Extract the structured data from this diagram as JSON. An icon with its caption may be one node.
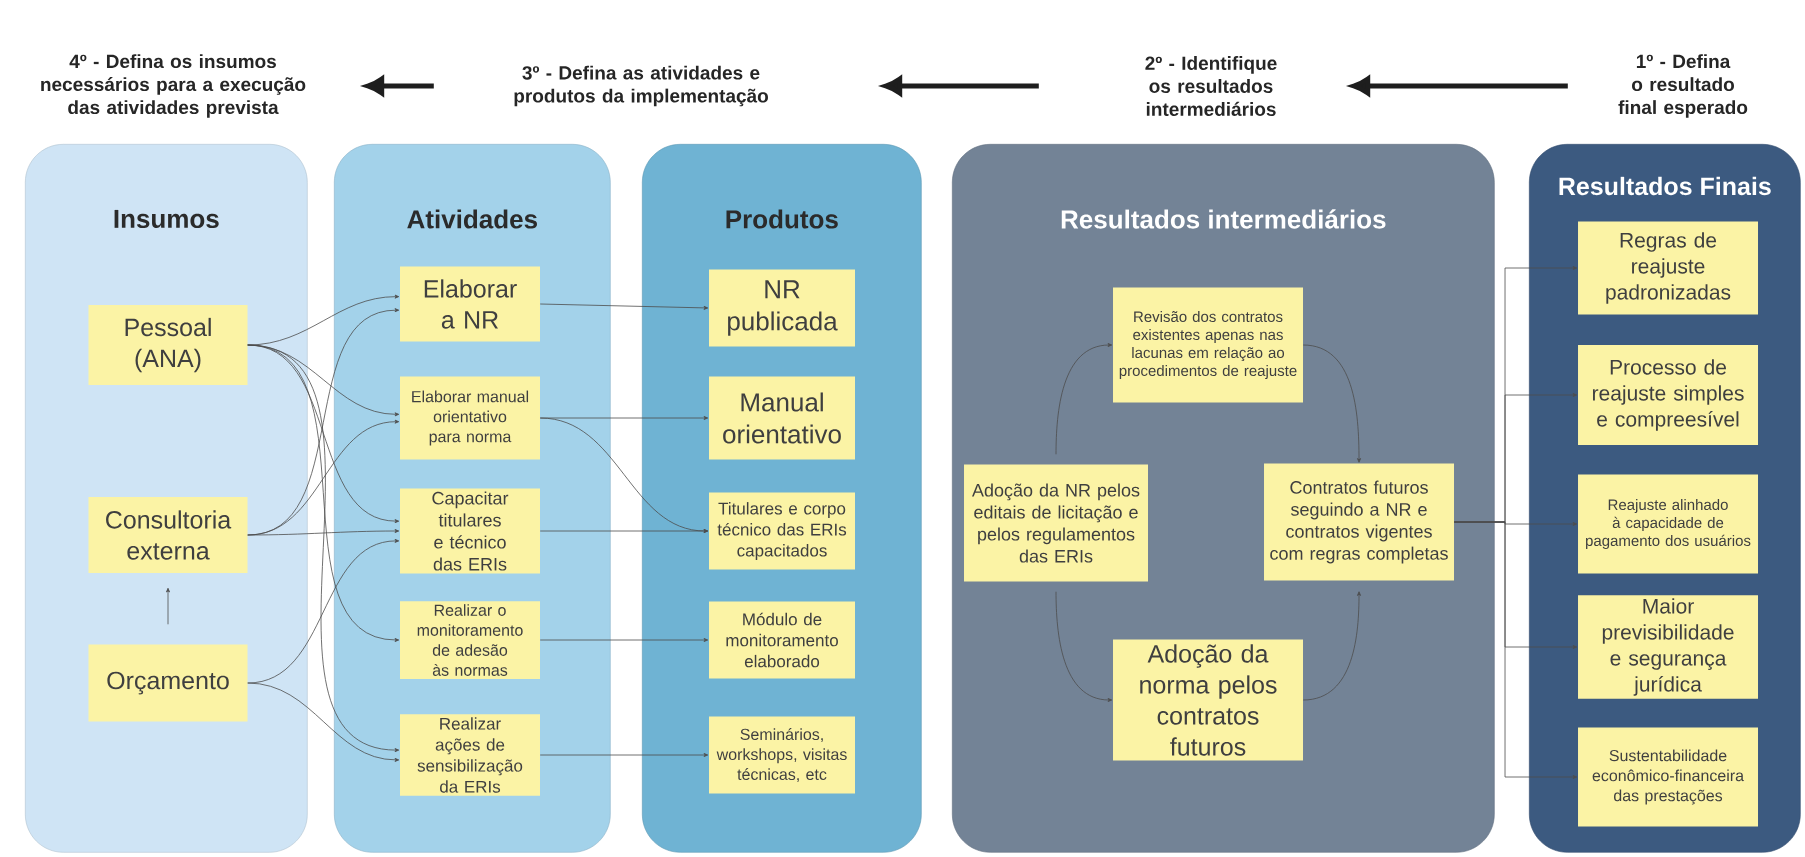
{
  "diagram": {
    "nodes": [
      {
        "text": [
          "4º - Defina os insumos necessários para a execução das atividades prevista"
        ]
      },
      {
        "text": [
          "3º - Defina as atividades e produtos da implementação"
        ]
      },
      {
        "text": [
          "2º - Identifique os resultados intermediários"
        ]
      },
      {
        "text": [
          "1º - Defina o resultado final esperado"
        ]
      },
      {
        "text": [
          "Insumos"
        ]
      },
      {
        "text": [
          "Pessoal (ANA)"
        ],
        "in": 4
      },
      {
        "text": [
          "Consultoria externa"
        ],
        "in": 4
      },
      {
        "text": [
          "Orçamento"
        ],
        "in": 4
      },
      {
        "text": [
          "Atividades"
        ]
      },
      {
        "text": [
          "Elaborar a NR"
        ],
        "in": 8
      },
      {
        "text": [
          "Elaborar manual orientativo para norma"
        ],
        "in": 8
      },
      {
        "text": [
          "Capacitar titulares e técnico das ERIs"
        ],
        "in": 8
      },
      {
        "text": [
          "Realizar o monitoramento de adesão às normas"
        ],
        "in": 8
      },
      {
        "text": [
          "Realizar ações de sensibilização da ERIs"
        ],
        "in": 8
      },
      {
        "text": [
          "Produtos"
        ]
      },
      {
        "text": [
          "NR publicada"
        ],
        "in": 14
      },
      {
        "text": [
          "Manual orientativo"
        ],
        "in": 14
      },
      {
        "text": [
          "Titulares e corpo técnico das ERIs capacitados"
        ],
        "in": 14
      },
      {
        "text": [
          "Módulo de monitoramento elaborado"
        ],
        "in": 14
      },
      {
        "text": [
          "Seminários, workshops, visitas técnicas, etc"
        ],
        "in": 14
      },
      {
        "text": [
          "Resultados intermediários"
        ]
      },
      {
        "text": [
          "Revisão dos contratos existentes apenas nas lacunas em relação ao procedimentos de reajuste"
        ],
        "in": 20
      },
      {
        "text": [
          "Adoção da NR pelos editais de licitação e pelos regulamentos das ERIs"
        ],
        "in": 20
      },
      {
        "text": [
          "Contratos futuros seguindo a NR e contratos vigentes com regras completas"
        ],
        "in": 20
      },
      {
        "text": [
          "Adoção da norma pelos contratos futuros"
        ],
        "in": 20
      },
      {
        "text": [
          "Resultados Finais"
        ]
      },
      {
        "text": [
          "Regras de reajuste padronizadas"
        ],
        "in": 25
      },
      {
        "text": [
          "Processo de reajuste simples e compreesível"
        ],
        "in": 25
      },
      {
        "text": [
          "Reajuste alinhado à capacidade de pagamento dos usuários"
        ],
        "in": 25
      },
      {
        "text": [
          "Maior previsibilidade e segurança jurídica"
        ],
        "in": 25
      },
      {
        "text": [
          "Sustentabilidade econômico-financeira das prestações"
        ],
        "in": 25
      }
    ],
    "edges": [
      {
        "from": 3,
        "to": 2,
        "arrow": "to",
        "style": "thick",
        "color": "#1e1e1e"
      },
      {
        "from": 2,
        "to": 1,
        "arrow": "to",
        "style": "thick",
        "color": "#1e1e1e"
      },
      {
        "from": 1,
        "to": 0,
        "arrow": "to",
        "style": "thick",
        "color": "#1e1e1e"
      },
      {
        "from": 5,
        "to": 9,
        "arrow": "to"
      },
      {
        "from": 5,
        "to": 10,
        "arrow": "to"
      },
      {
        "from": 5,
        "to": 11,
        "arrow": "to"
      },
      {
        "from": 5,
        "to": 12,
        "arrow": "to"
      },
      {
        "from": 5,
        "to": 13,
        "arrow": "to"
      },
      {
        "from": 6,
        "to": 9,
        "arrow": "to"
      },
      {
        "from": 6,
        "to": 10,
        "arrow": "to"
      },
      {
        "from": 6,
        "to": 11,
        "arrow": "to"
      },
      {
        "from": 7,
        "to": 11,
        "arrow": "to"
      },
      {
        "from": 7,
        "to": 13,
        "arrow": "to"
      },
      {
        "from": 7,
        "to": 6,
        "arrow": "to"
      },
      {
        "from": 9,
        "to": 15,
        "arrow": "to"
      },
      {
        "from": 10,
        "to": 16,
        "arrow": "to"
      },
      {
        "from": 10,
        "to": 17,
        "arrow": "to"
      },
      {
        "from": 11,
        "to": 17,
        "arrow": "to"
      },
      {
        "from": 12,
        "to": 18,
        "arrow": "to"
      },
      {
        "from": 13,
        "to": 19,
        "arrow": "to"
      },
      {
        "from": 22,
        "to": 21,
        "arrow": "to"
      },
      {
        "from": 21,
        "to": 23,
        "arrow": "to"
      },
      {
        "from": 22,
        "to": 24,
        "arrow": "to"
      },
      {
        "from": 24,
        "to": 23,
        "arrow": "to"
      },
      {
        "from": 23,
        "to": 26,
        "arrow": "to"
      },
      {
        "from": 23,
        "to": 27,
        "arrow": "to"
      },
      {
        "from": 23,
        "to": 28,
        "arrow": "to"
      },
      {
        "from": 23,
        "to": 29,
        "arrow": "to"
      },
      {
        "from": 23,
        "to": 30,
        "arrow": "to"
      }
    ]
  }
}
